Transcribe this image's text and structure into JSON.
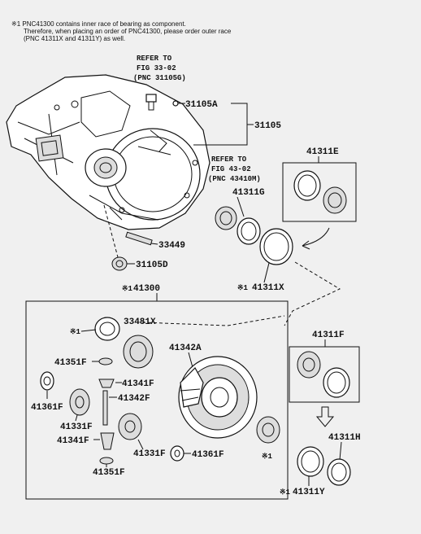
{
  "notes": {
    "line1": "※1 PNC41300 contains inner race of bearing as component.",
    "line2": "Therefore, when placing an order of PNC41300, please order outer race",
    "line3": "(PNC 41311X and 41311Y) as well."
  },
  "refs": {
    "ref1": {
      "l1": "REFER TO",
      "l2": "FIG 33-02",
      "l3": "(PNC 31105G)"
    },
    "ref2": {
      "l1": "REFER TO",
      "l2": "FIG 43-02",
      "l3": "(PNC 43410M)"
    }
  },
  "labels": {
    "p31105A": "31105A",
    "p31105": "31105",
    "p41311E": "41311E",
    "p41311G": "41311G",
    "p33449": "33449",
    "p31105D": "31105D",
    "p41311X": "41311X",
    "p41311X_mark": "※1",
    "p41300": "41300",
    "p41300_mark": "※1",
    "p33481X": "33481X",
    "p33481X_mark": "※1",
    "p41342A": "41342A",
    "p41351F_top": "41351F",
    "p41341F_top": "41341F",
    "p41342F": "41342F",
    "p41361F_left": "41361F",
    "p41331F_left": "41331F",
    "p41341F_bottom": "41341F",
    "p41331F_bottom": "41331F",
    "p41361F_bottom": "41361F",
    "p41351F_bottom": "41351F",
    "p41311F": "41311F",
    "p41311H": "41311H",
    "p41311Y": "41311Y",
    "p41311Y_mark": "※1",
    "bearing_mark": "※1"
  },
  "colors": {
    "background": "#f0f0f0",
    "line": "#111111"
  }
}
